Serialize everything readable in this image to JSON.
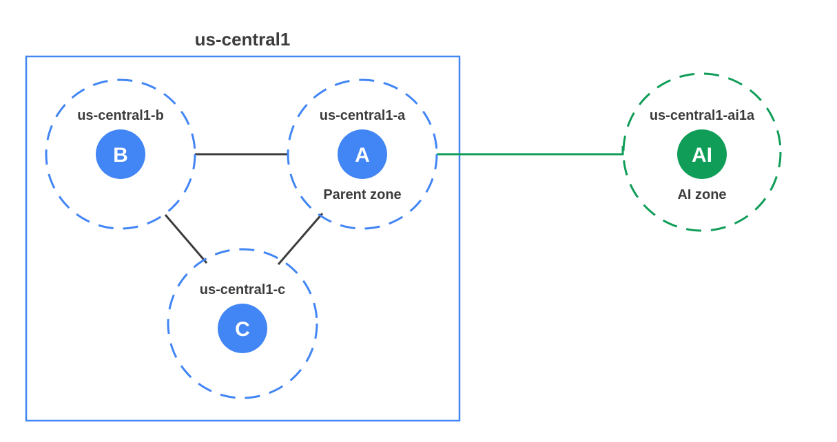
{
  "colors": {
    "zone": "#4285F4",
    "ai_zone": "#0F9D58",
    "link": "#3c3c3c",
    "text": "#3c3c3c"
  },
  "region": {
    "title": "us-central1"
  },
  "zones": {
    "b": {
      "name": "us-central1-b",
      "letter": "B"
    },
    "a": {
      "name": "us-central1-a",
      "letter": "A",
      "caption": "Parent zone"
    },
    "c": {
      "name": "us-central1-c",
      "letter": "C"
    },
    "ai": {
      "name": "us-central1-ai1a",
      "letter": "AI",
      "caption": "AI zone"
    }
  }
}
